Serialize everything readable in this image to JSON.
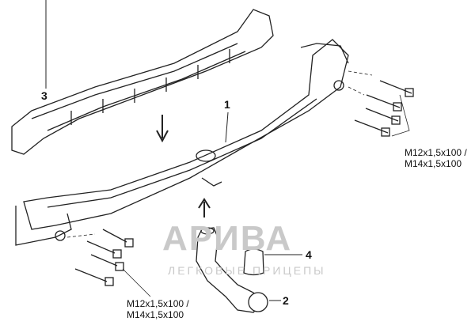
{
  "diagram": {
    "callouts": {
      "p1": "1",
      "p2": "2",
      "p3": "3",
      "p4": "4"
    },
    "bolt_spec_right": [
      "M12x1,5x100 /",
      "M14x1,5x100"
    ],
    "bolt_spec_left": [
      "M12x1,5x100 /",
      "M14x1,5x100"
    ]
  },
  "watermark": {
    "title": "АРИВА",
    "subtitle": "ЛЕГКОВЫЕ ПРИЦЕПЫ"
  }
}
